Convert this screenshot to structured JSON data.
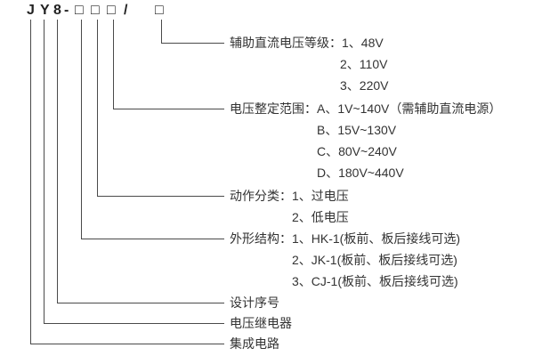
{
  "model_code": {
    "char_j": "J",
    "char_y": "Y",
    "char_8": "8",
    "dash": "-",
    "box_shape": "□",
    "box_action": "□",
    "box_range": "□",
    "slash": "/",
    "box_aux": "□"
  },
  "groups": {
    "aux_dc_voltage": {
      "line1": "辅助直流电压等级：1、48V",
      "line2": "2、110V",
      "line3": "3、220V"
    },
    "voltage_setting_range": {
      "line1": "电压整定范围：A、1V~140V（需辅助直流电源）",
      "line2": "B、15V~130V",
      "line3": "C、80V~240V",
      "line4": "D、180V~440V"
    },
    "action_class": {
      "line1": "动作分类：1、过电压",
      "line2": "2、低电压"
    },
    "shape_structure": {
      "line1": "外形结构：1、HK-1(板前、板后接线可选)",
      "line2": "2、JK-1(板前、板后接线可选)",
      "line3": "3、CJ-1(板前、板后接线可选)"
    },
    "design_serial": "设计序号",
    "voltage_relay": "电压继电器",
    "integrated_circuit": "集成电路"
  },
  "colors": {
    "background": "#ffffff",
    "text": "#333333",
    "line": "#4a4a4a"
  }
}
